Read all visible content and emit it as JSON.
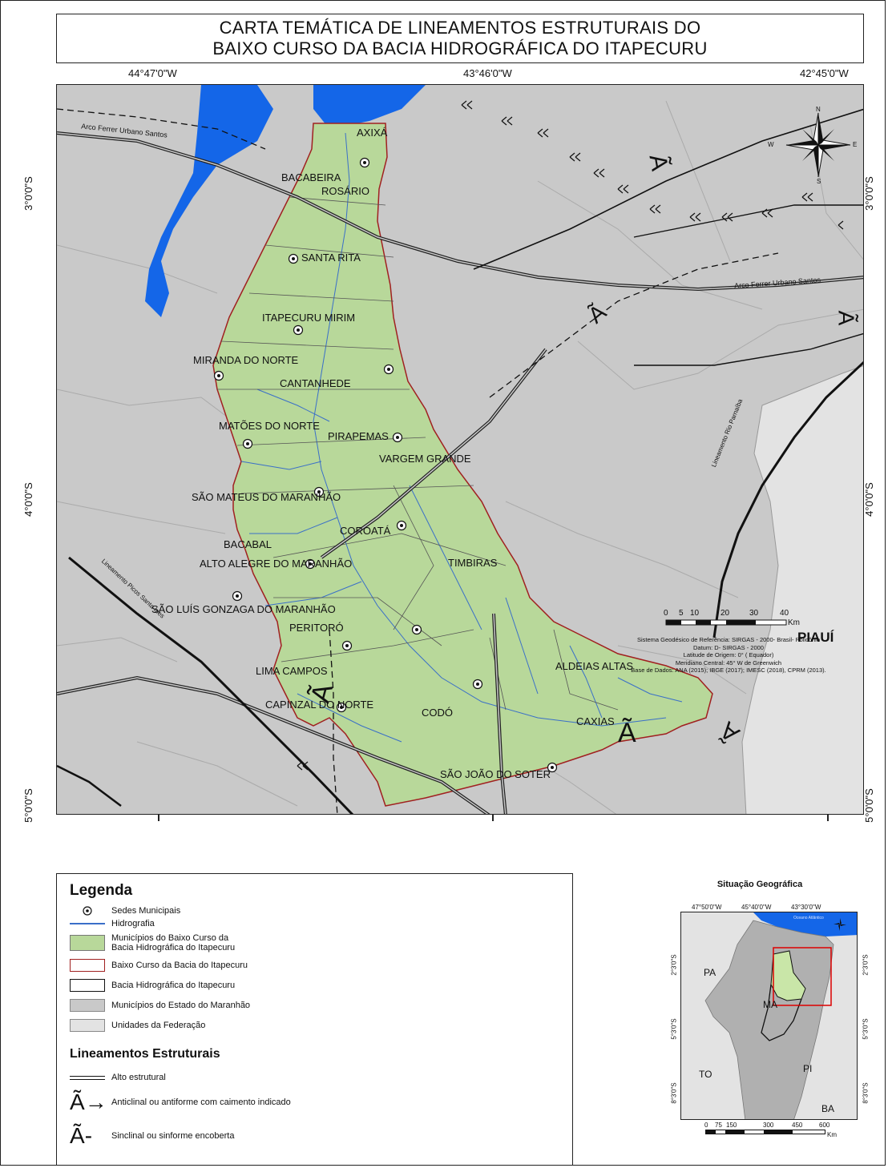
{
  "title": {
    "line1": "CARTA TEMÁTICA DE LINEAMENTOS ESTRUTURAIS DO",
    "line2": "BAIXO CURSO DA BACIA HIDROGRÁFICA DO ITAPECURU"
  },
  "coords": {
    "lon_left": "44°47'0\"W",
    "lon_center": "43°46'0\"W",
    "lon_right": "42°45'0\"W",
    "lat_3": "3°0'0\"S",
    "lat_4": "4°0'0\"S",
    "lat_5": "5°0'0\"S"
  },
  "places": {
    "axixa": "AXIXÁ",
    "bacabeira": "BACABEIRA",
    "rosario": "ROSÁRIO",
    "santa_rita": "SANTA RITA",
    "itapecuru_mirim": "ITAPECURU MIRIM",
    "miranda": "MIRANDA DO NORTE",
    "cantanhede": "CANTANHEDE",
    "matoes": "MATÕES DO NORTE",
    "pirapemas": "PIRAPEMAS",
    "vargem": "VARGEM GRANDE",
    "sao_mateus": "SÃO MATEUS DO MARANHÃO",
    "coroata": "COROATÁ",
    "bacabal": "BACABAL",
    "alto_alegre": "ALTO ALEGRE DO MARANHÃO",
    "timbiras": "TIMBIRAS",
    "sao_luis_gonzaga": "SÃO LUÍS GONZAGA DO MARANHÃO",
    "peritoro": "PERITORÓ",
    "lima_campos": "LIMA CAMPOS",
    "capinzal": "CAPINZAL DO NORTE",
    "codo": "CODÓ",
    "aldeias_altas": "ALDEIAS ALTAS",
    "caxias": "CAXIAS",
    "sao_joao": "SÃO JOÃO DO SOTER",
    "piaui": "PIAUÍ"
  },
  "line_labels": {
    "arco1": "Arco Ferrer Urbano Santos",
    "arco2": "Arco Ferrer Urbano Santos",
    "parnaiba": "Lineamento Rio Parnaíba",
    "picos": "Lineamento Picos Santa Ines"
  },
  "symbols": {
    "antiform": "Ã",
    "antiform_flipped": "Ã"
  },
  "compass": {
    "n": "N",
    "s": "S",
    "e": "E",
    "w": "W"
  },
  "scale": {
    "ticks": [
      "0",
      "5",
      "10",
      "20",
      "30",
      "40"
    ],
    "unit": "Km"
  },
  "metadata": [
    "Sistema Geodésico de Referência: SIRGAS - 2000- Brasil- Policônio",
    "Datum: D- SIRGAS - 2000",
    "Latitude de Origem: 0° ( Equador)",
    "Meridiano Central: 45° W de Greenwich",
    "Base de Dados: ANA (2015); IBGE (2017); IMESC (2018), CPRM (2013)."
  ],
  "legend": {
    "title": "Legenda",
    "items": [
      "Sedes Municipais",
      "Hidrografia",
      "Municípios do Baixo Curso da",
      "Bacia Hidrográfica do Itapecuru",
      "Baixo Curso da Bacia do Itapecuru",
      "Bacia Hidrográfica do Itapecuru",
      "Municípios do Estado do Maranhão",
      "Unidades da Federação"
    ],
    "lineamentos_title": "Lineamentos Estruturais",
    "lineamentos": [
      "Alto estrutural",
      "Anticlinal ou antiforme com caimento indicado",
      "Sinclinal ou sinforme encoberta"
    ]
  },
  "inset": {
    "title": "Situação Geográfica",
    "lon": [
      "47°50'0\"W",
      "45°40'0\"W",
      "43°30'0\"W"
    ],
    "lat": [
      "2°3'0\"S",
      "5°3'0\"S",
      "8°3'0\"S"
    ],
    "states": [
      "PA",
      "MA",
      "TO",
      "PI",
      "BA"
    ],
    "ocean": "Oceano Atlântico",
    "scale_ticks": [
      "0",
      "75",
      "150",
      "300",
      "450",
      "600"
    ],
    "scale_unit": "Km"
  },
  "colors": {
    "basin_fill": "#b8d89a",
    "basin_outline": "#a02020",
    "water": "#1466e8",
    "municipios_gray": "#c9c9c9",
    "uf_light": "#e3e3e3",
    "river": "#3a6fc8"
  }
}
